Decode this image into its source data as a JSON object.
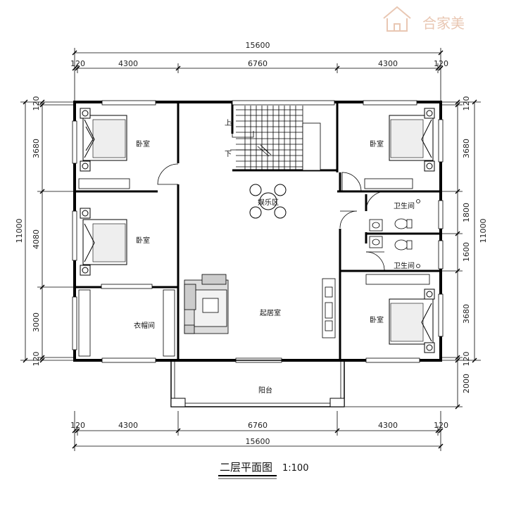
{
  "watermark": {
    "brand": "合家美"
  },
  "title": {
    "text": "二层平面图",
    "scale": "1:100"
  },
  "rooms": {
    "bedroom_nw": "卧室",
    "bedroom_w": "卧室",
    "cloakroom": "衣帽间",
    "entertainment": "娱乐区",
    "living": "起居室",
    "balcony": "阳台",
    "bedroom_ne": "卧室",
    "bath_1": "卫生间",
    "bath_2": "卫生间",
    "bedroom_se": "卧室"
  },
  "stairs": {
    "up": "上",
    "down": "下"
  },
  "dims": {
    "top_total": "15600",
    "top_parts": [
      "120",
      "4300",
      "6760",
      "4300",
      "120"
    ],
    "bottom_total": "15600",
    "bottom_parts": [
      "120",
      "4300",
      "6760",
      "4300",
      "120"
    ],
    "left_total": "11000",
    "left_parts": [
      "120",
      "3680",
      "4080",
      "3000",
      "120"
    ],
    "right_total": "11000",
    "right_parts": [
      "120",
      "3680",
      "1800",
      "1600",
      "3680",
      "120",
      "2000"
    ]
  }
}
